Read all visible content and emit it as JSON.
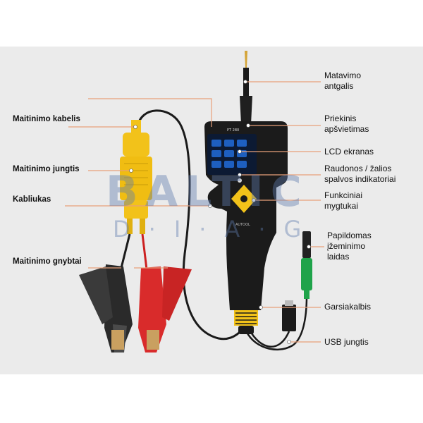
{
  "labels": {
    "left": [
      "Maitinimo kabelis",
      "Maitinimo jungtis",
      "Kabliukas",
      "Maitinimo gnybtai"
    ],
    "right": [
      "Matavimo\nantgalis",
      "Priekinis\napšvietimas",
      "LCD ekranas",
      "Raudonos / žalios\nspalvos indikatoriai",
      "Funkciniai\nmygtukai",
      "Papildomas\nįžeminimo\nlaidas",
      "Garsiakalbis",
      "USB jungtis"
    ]
  },
  "watermark": {
    "word": "BALTIC",
    "sub": "D·I·A·G"
  },
  "device": {
    "model": "PT 280",
    "brand": "AUTOOL"
  },
  "colors": {
    "leader_line": "#e8a07a",
    "body": "#1b1b1b",
    "yellow": "#f2c21a",
    "red_clamp": "#d92b2b",
    "black_clamp": "#2a2a2a",
    "green_plug": "#1fa34a"
  }
}
